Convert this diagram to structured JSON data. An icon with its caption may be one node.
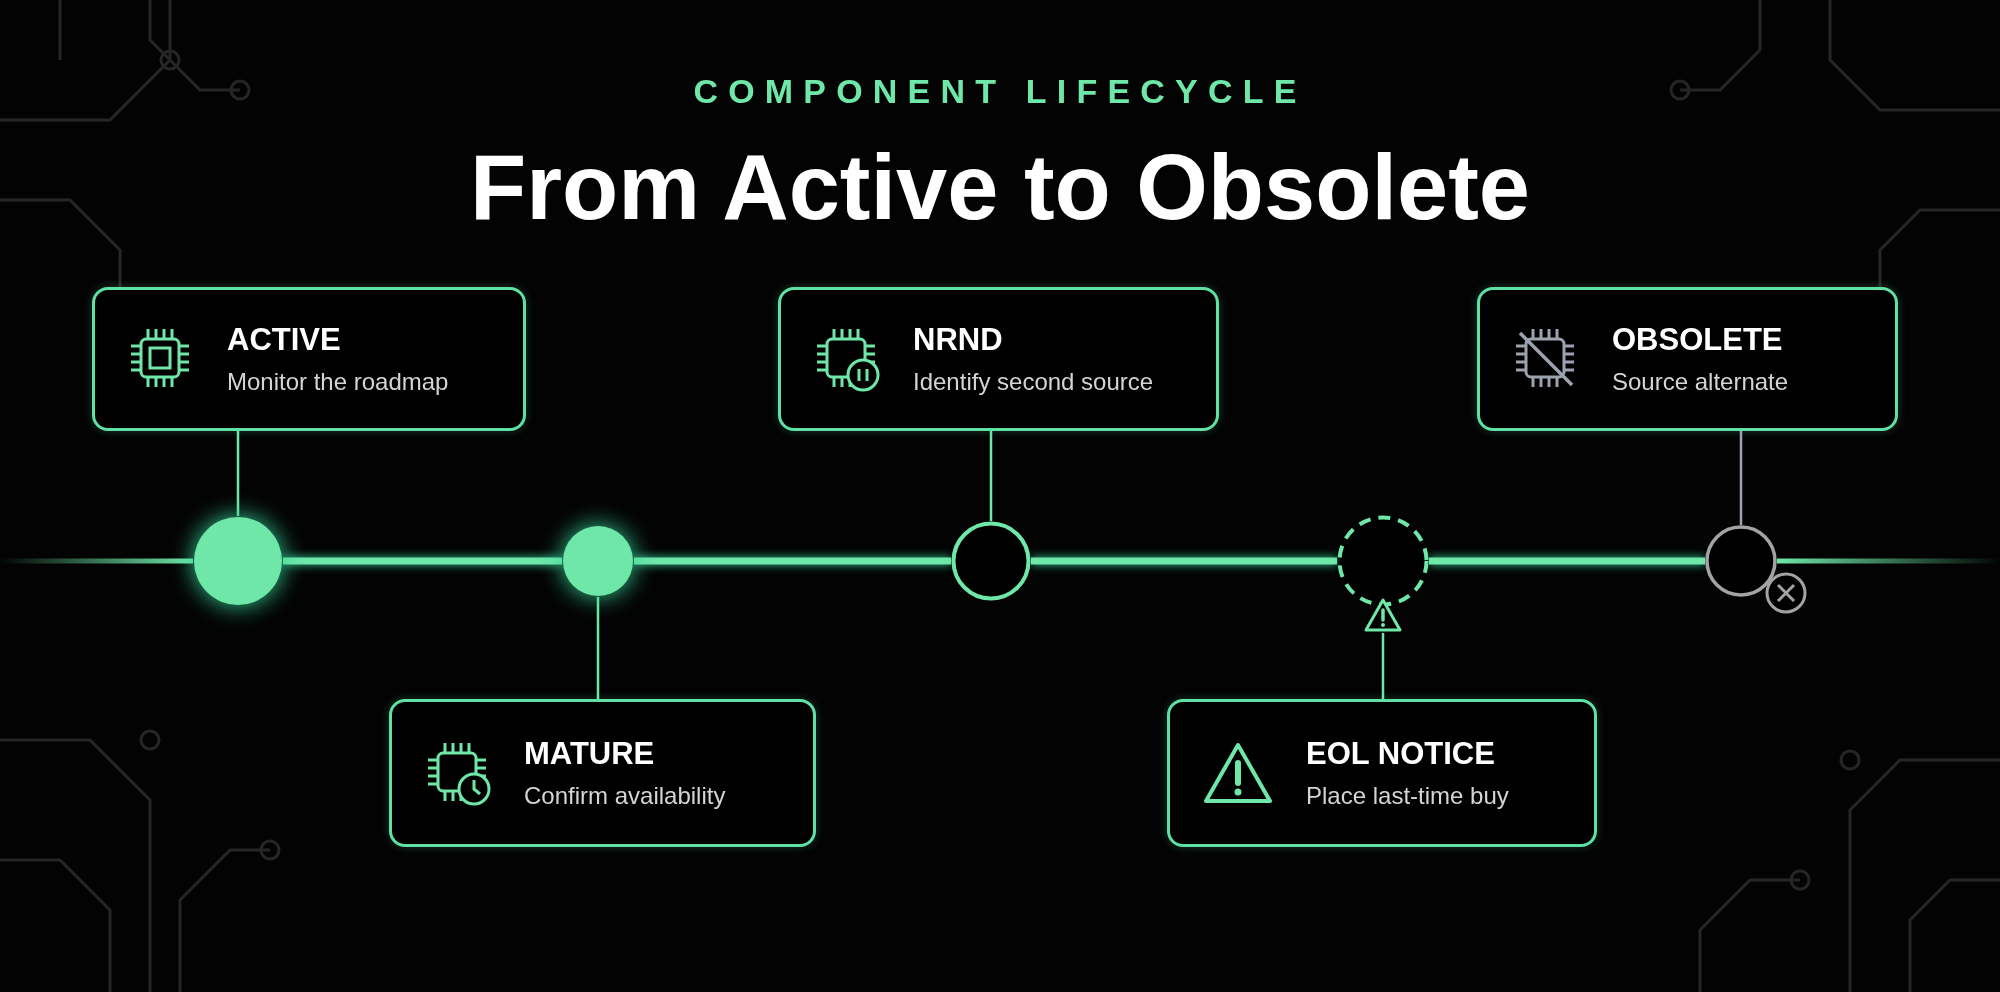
{
  "diagram": {
    "title": "From Active to Obsolete",
    "nodes": [
      {
        "text": [
          "ACTIVE",
          "Monitor the roadmap"
        ]
      },
      {
        "text": [
          "MATURE",
          "Confirm availability"
        ]
      },
      {
        "text": [
          "NRND",
          "Identify second source"
        ]
      },
      {
        "text": [
          "EOL NOTICE",
          "Place last-time buy"
        ]
      },
      {
        "text": [
          "OBSOLETE",
          "Source alternate"
        ]
      },
      {
        "text": [],
        "shape": "circle"
      },
      {
        "text": [],
        "shape": "circle"
      },
      {
        "text": [],
        "shape": "circle"
      },
      {
        "text": [],
        "shape": "circle"
      },
      {
        "text": [],
        "shape": "circle"
      }
    ],
    "edges": [
      {
        "from": 0,
        "to": 5,
        "arrow": "none"
      },
      {
        "from": 1,
        "to": 6,
        "arrow": "none"
      },
      {
        "from": 2,
        "to": 7,
        "arrow": "none"
      },
      {
        "from": 3,
        "to": 8,
        "arrow": "none"
      },
      {
        "from": 4,
        "to": 9,
        "arrow": "none",
        "color": "#9ca3af"
      },
      {
        "from": 5,
        "to": 6,
        "arrow": "none",
        "style": "thick"
      },
      {
        "from": 6,
        "to": 7,
        "arrow": "none",
        "style": "thick"
      },
      {
        "from": 7,
        "to": 8,
        "arrow": "none",
        "style": "thick"
      },
      {
        "from": 8,
        "to": 9,
        "arrow": "none",
        "style": "thick"
      }
    ],
    "labels": [
      "COMPONENT LIFECYCLE"
    ]
  }
}
